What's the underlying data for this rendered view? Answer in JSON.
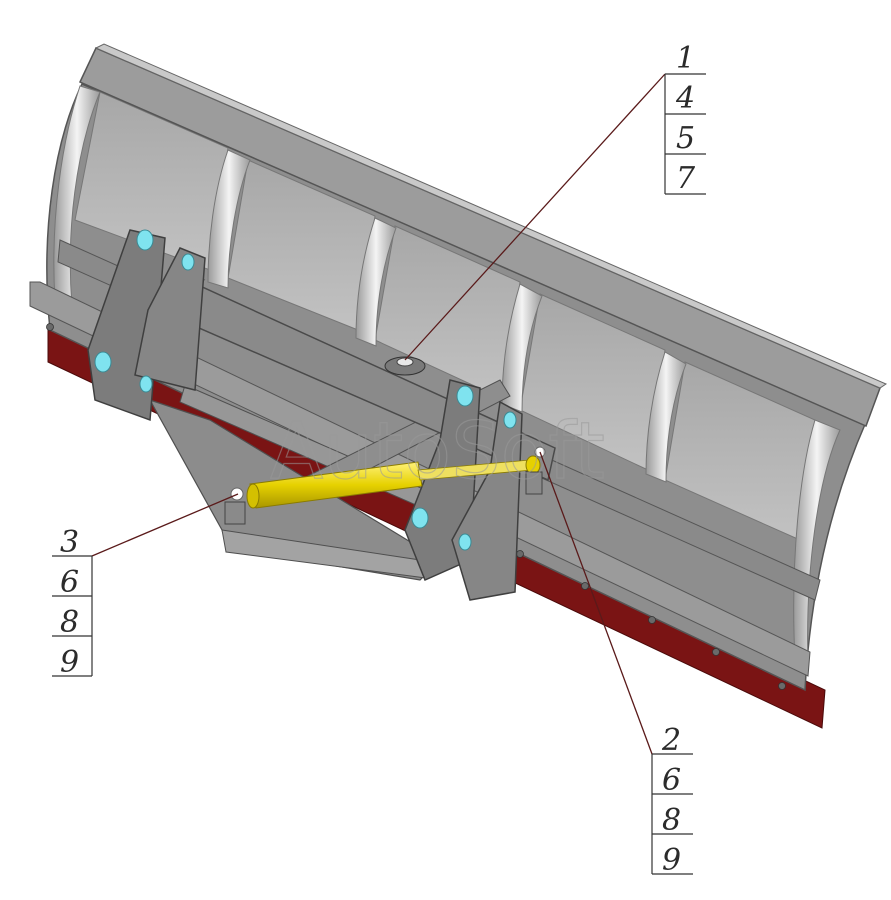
{
  "watermark": "AutoSoft",
  "callouts": {
    "top_right": [
      "1",
      "4",
      "5",
      "7"
    ],
    "left": [
      "3",
      "6",
      "8",
      "9"
    ],
    "bottom_right": [
      "2",
      "6",
      "8",
      "9"
    ]
  },
  "colors": {
    "blade": "#8e8e8e",
    "blade_dark": "#6f6f6f",
    "panel": "#b3b3b3",
    "rib_highlight": "#f0f0f0",
    "cutting_edge": "#7a1414",
    "cylinder": "#e6d100",
    "pin": "#7fe3ef",
    "leader": "#5a1a1a"
  }
}
